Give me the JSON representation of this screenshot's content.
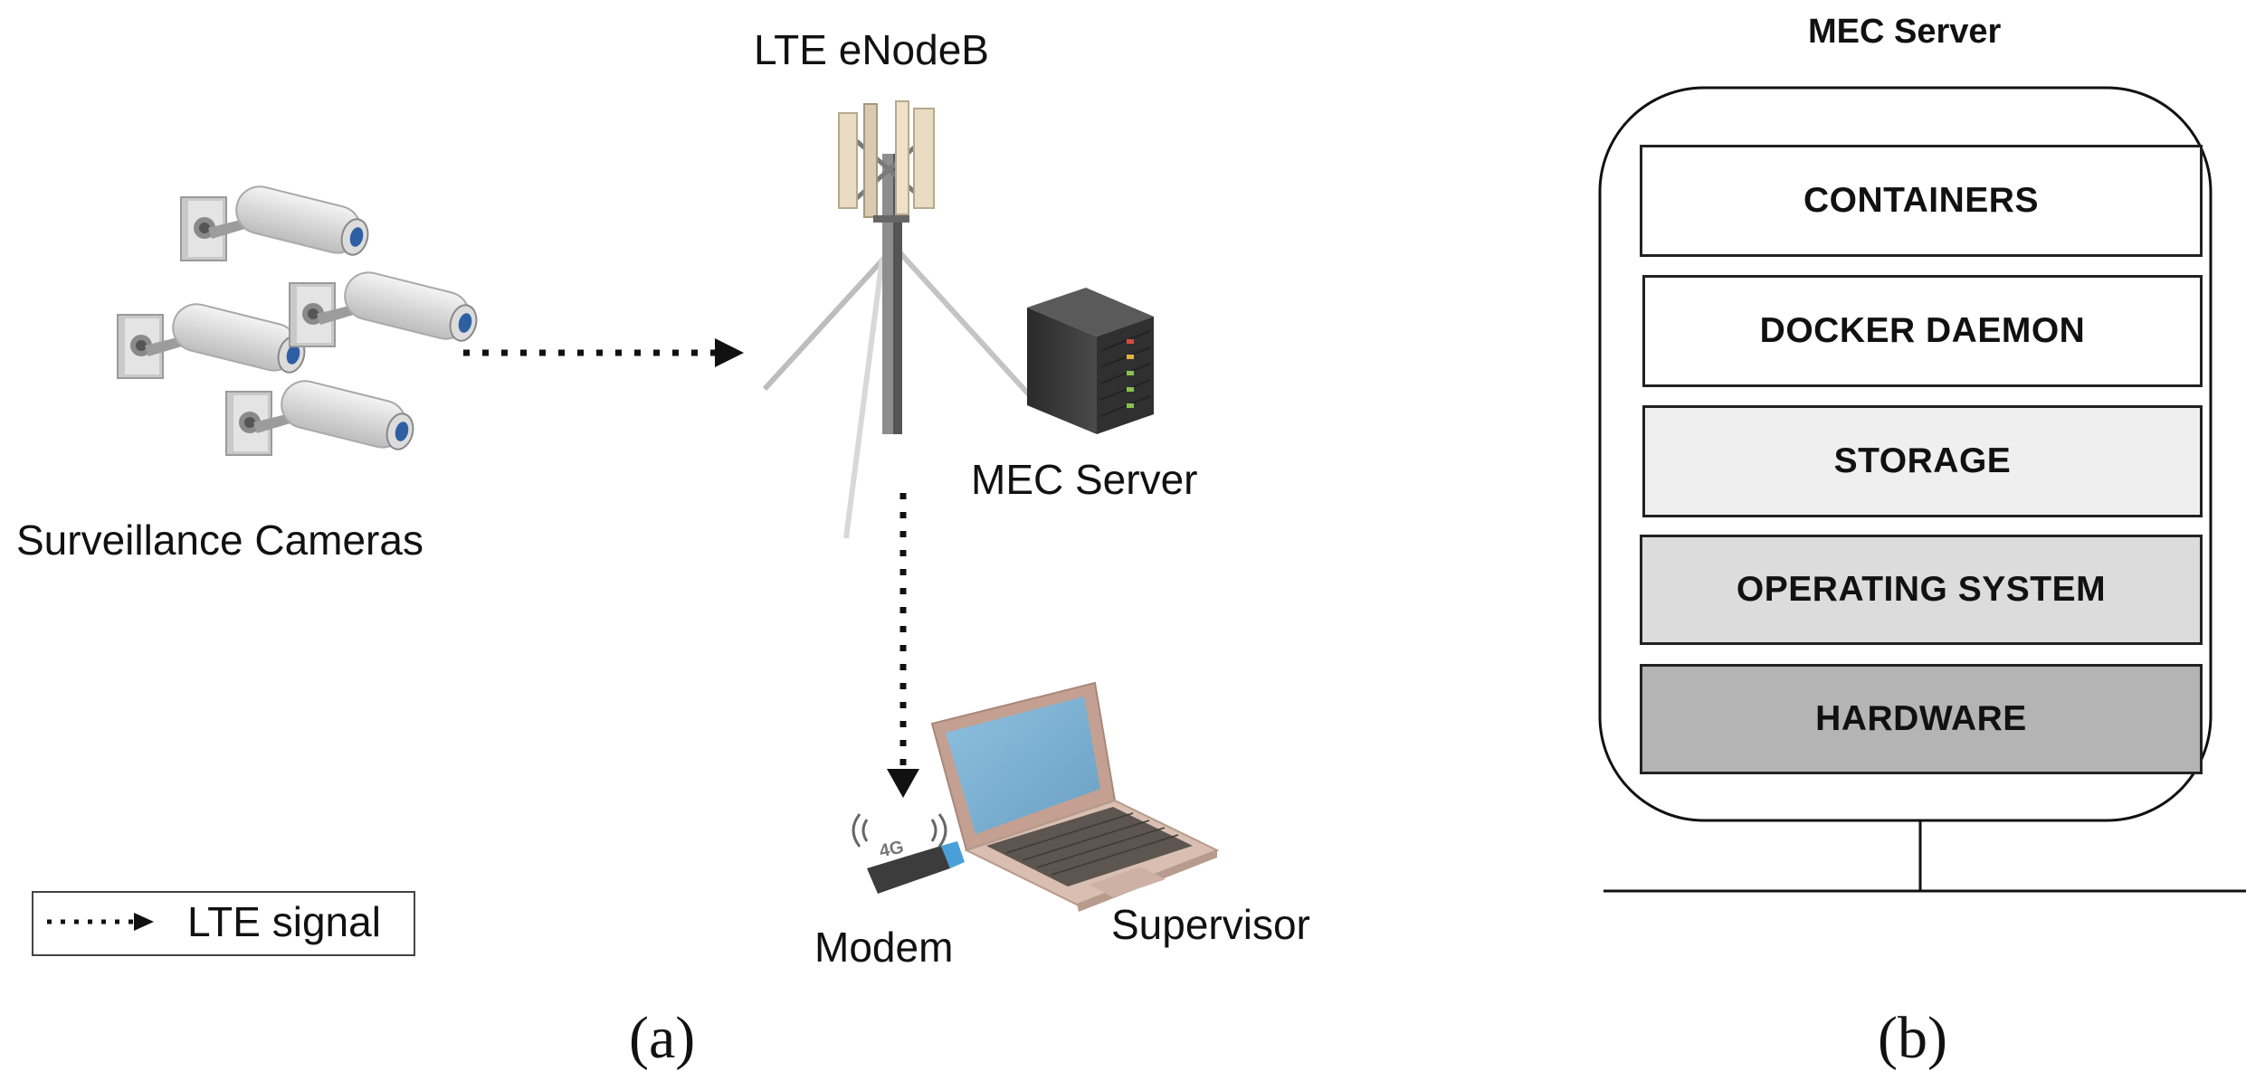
{
  "panel_a": {
    "enodeb_label": "LTE eNodeB",
    "cameras_label": "Surveillance Cameras",
    "mec_server_label": "MEC Server",
    "modem_label": "Modem",
    "supervisor_label": "Supervisor",
    "modem_badge": "4G",
    "legend_label": "LTE signal",
    "panel_label": "(a)"
  },
  "panel_b": {
    "title": "MEC Server",
    "layers": [
      "CONTAINERS",
      "DOCKER DAEMON",
      "STORAGE",
      "OPERATING SYSTEM",
      "HARDWARE"
    ],
    "layer_colors": [
      "#ffffff",
      "#ffffff",
      "#efefef",
      "#dcdcdc",
      "#b4b4b4"
    ],
    "panel_label": "(b)"
  },
  "colors": {
    "signal": "#111111",
    "laptop_screen": "#7fb2d4",
    "laptop_body": "#c8a99b",
    "server_body": "#3a3a3a"
  }
}
